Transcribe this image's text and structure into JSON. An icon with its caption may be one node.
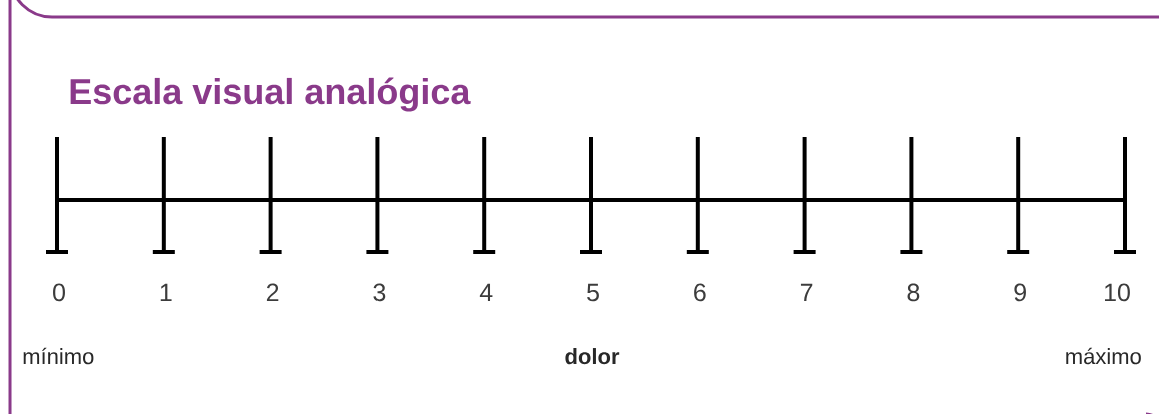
{
  "diagram": {
    "title": "Escala visual analógica",
    "labels": [
      "0",
      "1",
      "2",
      "3",
      "4",
      "5",
      "6",
      "7",
      "8",
      "9",
      "10",
      "mínimo",
      "dolor",
      "máximo"
    ]
  }
}
